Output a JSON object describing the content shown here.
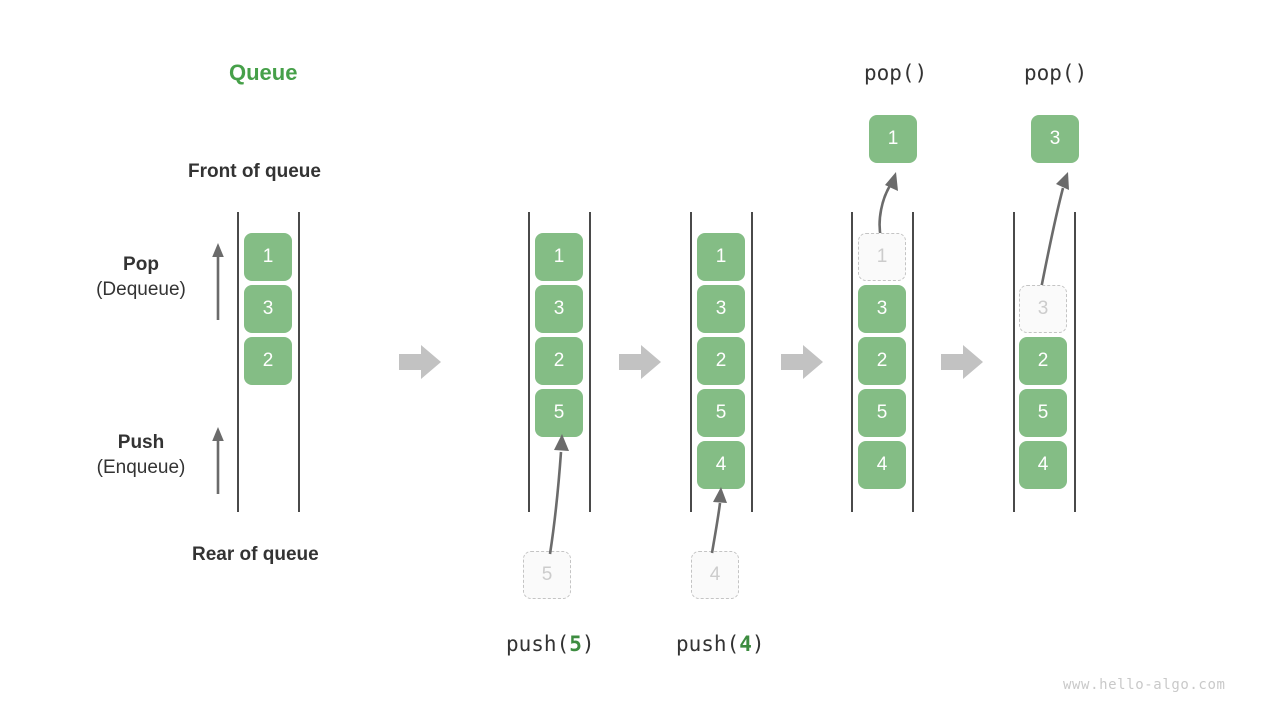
{
  "page": {
    "title": "Queue",
    "watermark": "www.hello-algo.com",
    "background": "#ffffff"
  },
  "colors": {
    "element_fill": "#84bd85",
    "title_green": "#46a049",
    "ghost_fill": "#fafafa",
    "ghost_border": "#c4c4c4",
    "ghost_text": "#cccccc",
    "rail": "#4a4a4a",
    "step_arrow": "#c2c2c2",
    "curve_arrow": "#6b6b6b",
    "text": "#333333",
    "watermark": "#c9c9c9"
  },
  "labels": {
    "front_of_queue": "Front of queue",
    "rear_of_queue": "Rear of queue",
    "pop_main": "Pop",
    "pop_sub": "(Dequeue)",
    "push_main": "Push",
    "push_sub": "(Enqueue)"
  },
  "steps": [
    {
      "id": "initial",
      "caption": null,
      "caption_prefix": null,
      "caption_arg": null,
      "caption_suffix": null,
      "top_label": null,
      "cells": [
        "1",
        "3",
        "2"
      ],
      "ghost_index": null,
      "incoming": null,
      "outgoing": null
    },
    {
      "id": "push-5",
      "caption_prefix": "push(",
      "caption_arg": "5",
      "caption_suffix": ")",
      "top_label": null,
      "cells": [
        "1",
        "3",
        "2",
        "5"
      ],
      "ghost_index": null,
      "incoming": "5",
      "outgoing": null
    },
    {
      "id": "push-4",
      "caption_prefix": "push(",
      "caption_arg": "4",
      "caption_suffix": ")",
      "top_label": null,
      "cells": [
        "1",
        "3",
        "2",
        "5",
        "4"
      ],
      "ghost_index": null,
      "incoming": "4",
      "outgoing": null
    },
    {
      "id": "pop-1",
      "caption_prefix": null,
      "caption_arg": null,
      "caption_suffix": null,
      "top_label": "pop()",
      "cells": [
        "1",
        "3",
        "2",
        "5",
        "4"
      ],
      "ghost_index": 0,
      "incoming": null,
      "outgoing": "1"
    },
    {
      "id": "pop-3",
      "caption_prefix": null,
      "caption_arg": null,
      "caption_suffix": null,
      "top_label": "pop()",
      "cells": [
        "3",
        "2",
        "5",
        "4"
      ],
      "ghost_index": 0,
      "incoming": null,
      "outgoing": "3"
    }
  ],
  "chart_data": {
    "type": "diagram",
    "title": "Queue",
    "description": "Queue push (enqueue) and pop (dequeue) operation sequence",
    "sequence": [
      {
        "operation": "initial",
        "queue_front_to_rear": [
          "1",
          "3",
          "2"
        ]
      },
      {
        "operation": "push(5)",
        "queue_front_to_rear": [
          "1",
          "3",
          "2",
          "5"
        ],
        "pushed": "5"
      },
      {
        "operation": "push(4)",
        "queue_front_to_rear": [
          "1",
          "3",
          "2",
          "5",
          "4"
        ],
        "pushed": "4"
      },
      {
        "operation": "pop()",
        "queue_front_to_rear": [
          "3",
          "2",
          "5",
          "4"
        ],
        "popped": "1"
      },
      {
        "operation": "pop()",
        "queue_front_to_rear": [
          "2",
          "5",
          "4"
        ],
        "popped": "3"
      }
    ]
  }
}
